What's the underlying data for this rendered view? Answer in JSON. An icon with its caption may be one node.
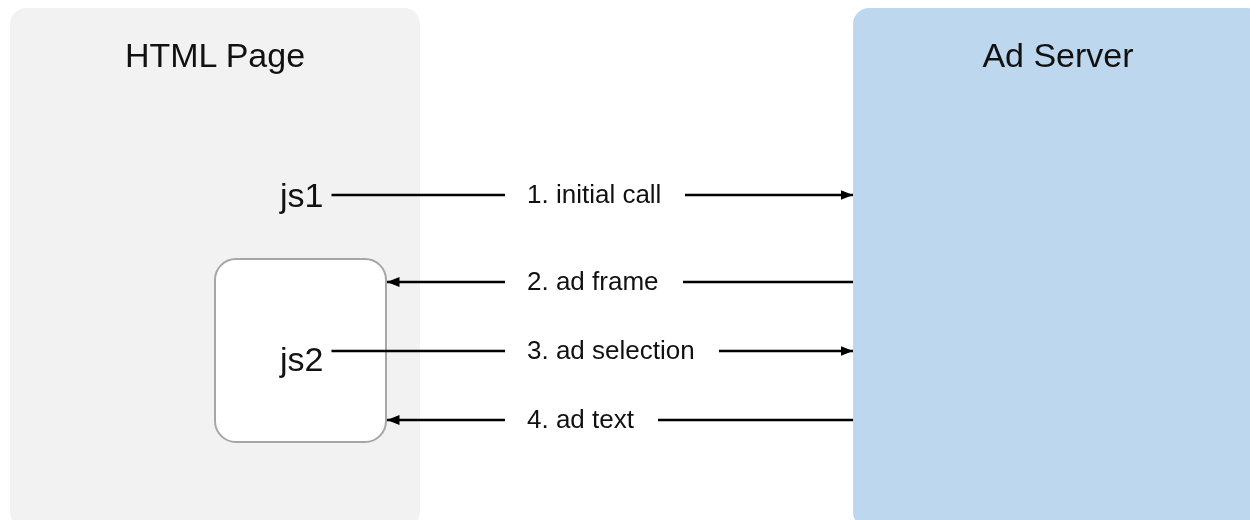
{
  "diagram": {
    "nodes": [
      {
        "text": [
          "HTML Page"
        ]
      },
      {
        "text": [
          "Ad Server"
        ]
      },
      {
        "text": [
          "js1"
        ],
        "in": 0
      },
      {
        "text": [],
        "shape": "box",
        "in": 0
      },
      {
        "text": [
          "js2"
        ],
        "in": 3
      }
    ],
    "edges": [
      {
        "from": 2,
        "to": 1,
        "arrow": "to",
        "label": "1. initial call"
      },
      {
        "from": 1,
        "to": 3,
        "arrow": "to",
        "label": "2. ad frame"
      },
      {
        "from": 4,
        "to": 1,
        "arrow": "to",
        "label": "3. ad selection"
      },
      {
        "from": 1,
        "to": 3,
        "arrow": "to",
        "label": "4. ad text"
      }
    ]
  }
}
